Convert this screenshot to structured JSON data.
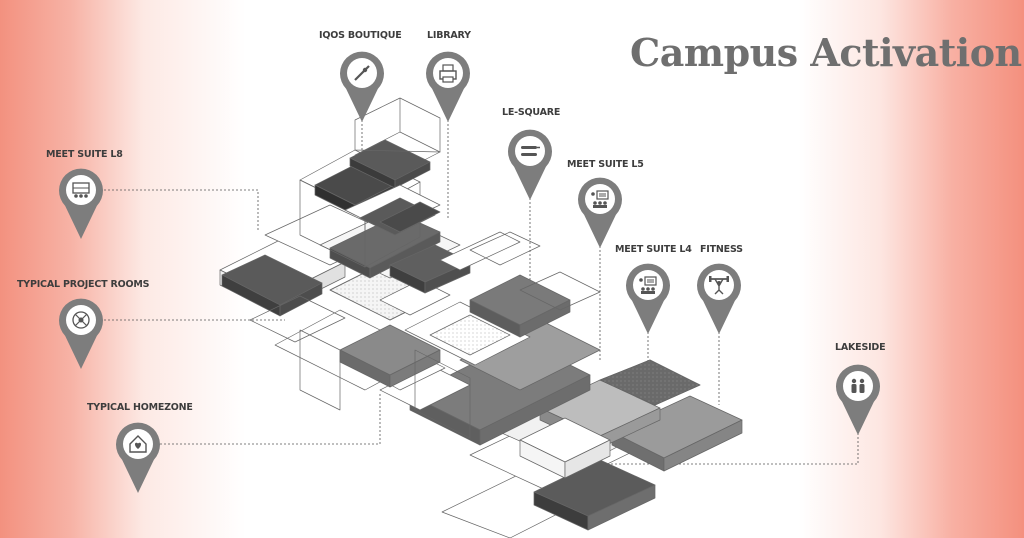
{
  "title": "Campus Activation",
  "colors": {
    "pin_fill": "#7d7d7d",
    "pin_inner": "#ffffff",
    "label_text": "#3d3d3d",
    "title_text": "#6f6f6f",
    "side_gradient": "#f3917f"
  },
  "pins": [
    {
      "id": "iqos-boutique",
      "label": "IQOS BOUTIQUE",
      "icon": "pen-icon"
    },
    {
      "id": "library",
      "label": "LIBRARY",
      "icon": "printer-icon"
    },
    {
      "id": "le-square",
      "label": "LE-SQUARE",
      "icon": "cutlery-icon"
    },
    {
      "id": "meet-suite-l8",
      "label": "MEET SUITE L8",
      "icon": "meeting-room-icon"
    },
    {
      "id": "meet-suite-l5",
      "label": "MEET SUITE L5",
      "icon": "presentation-icon"
    },
    {
      "id": "meet-suite-l4",
      "label": "MEET SUITE L4",
      "icon": "presentation-icon"
    },
    {
      "id": "fitness",
      "label": "FITNESS",
      "icon": "weightlifter-icon"
    },
    {
      "id": "typical-project-rooms",
      "label": "TYPICAL PROJECT ROOMS",
      "icon": "project-room-icon"
    },
    {
      "id": "lakeside",
      "label": "LAKESIDE",
      "icon": "people-icon"
    },
    {
      "id": "typical-homezone",
      "label": "TYPICAL HOMEZONE",
      "icon": "home-heart-icon"
    }
  ]
}
